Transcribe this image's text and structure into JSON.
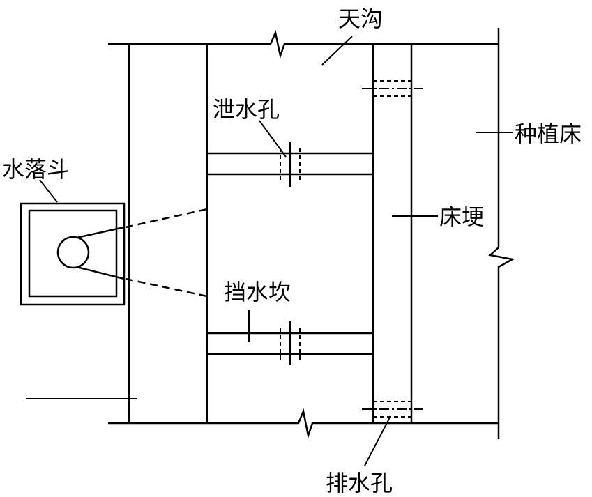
{
  "labels": {
    "gutter": "天沟",
    "weep_hole": "泄水孔",
    "rain_hopper": "水落斗",
    "planting_bed": "种植床",
    "bed_ridge": "床埂",
    "water_check": "挡水坎",
    "drain_hole": "排水孔"
  },
  "colors": {
    "line": "#000000",
    "background": "#ffffff"
  }
}
